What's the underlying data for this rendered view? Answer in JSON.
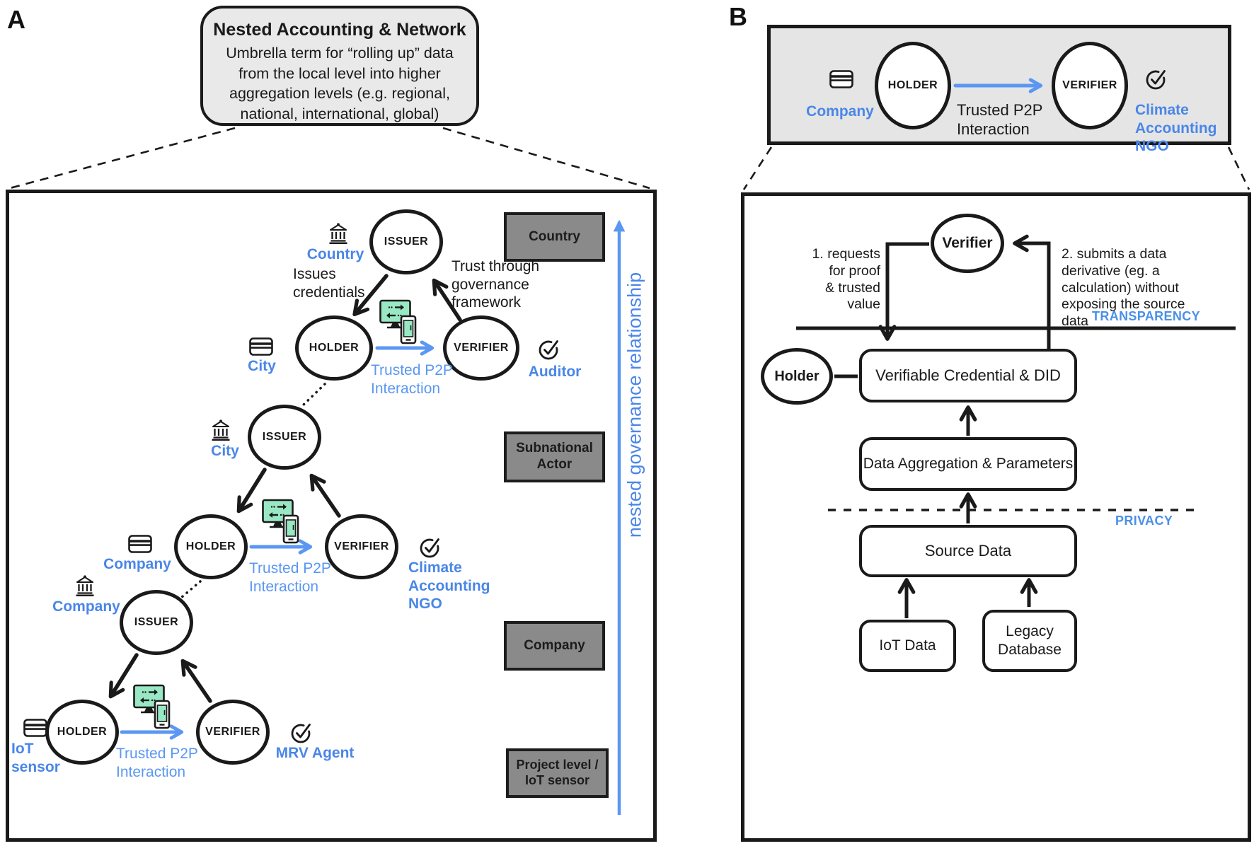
{
  "colors": {
    "accent_blue": "#4a86e8",
    "arrow_blue": "#5b97f2",
    "mint_green": "#98e8c4",
    "level_box_gray": "#8a8a8a",
    "callout_gray": "#e9e9e9"
  },
  "a": {
    "label": "A",
    "callout_title": "Nested Accounting & Network",
    "callout_body": "Umbrella term for “rolling up” data\nfrom the local level into higher\naggregation levels (e.g. regional,\nnational, international, global)",
    "axis_label": "nested governance relationship",
    "levels": [
      "Country",
      "Subnational\nActor",
      "Company",
      "Project level /\nIoT sensor"
    ],
    "roles": {
      "issuer": "ISSUER",
      "holder": "HOLDER",
      "verifier": "VERIFIER"
    },
    "t1": {
      "issuer_org": "Country",
      "holder_org": "City",
      "verifier_org": "Auditor",
      "issues": "Issues\ncredentials",
      "trust": "Trust through\ngovernance\nframework",
      "p2p": "Trusted P2P\nInteraction"
    },
    "t2": {
      "issuer_org": "City",
      "holder_org": "Company",
      "verifier_org": "Climate\nAccounting\nNGO",
      "p2p": "Trusted P2P\nInteraction"
    },
    "t3": {
      "issuer_org": "Company",
      "holder_org": "IoT\nsensor",
      "verifier_org": "MRV Agent",
      "p2p": "Trusted P2P\nInteraction"
    }
  },
  "b": {
    "label": "B",
    "callout": {
      "holder": "HOLDER",
      "verifier": "VERIFIER",
      "holder_org": "Company",
      "verifier_org": "Climate\nAccounting\nNGO",
      "p2p": "Trusted P2P\nInteraction"
    },
    "verifier": "Verifier",
    "holder": "Holder",
    "step1": "1. requests\nfor proof\n& trusted\nvalue",
    "step2": "2. submits a data\nderivative (eg. a\ncalculation) without\nexposing the source\ndata",
    "transparency": "TRANSPARENCY",
    "privacy": "PRIVACY",
    "vc": "Verifiable Credential & DID",
    "agg": "Data Aggregation & Parameters",
    "source": "Source Data",
    "iot": "IoT Data",
    "legacy": "Legacy\nDatabase"
  }
}
